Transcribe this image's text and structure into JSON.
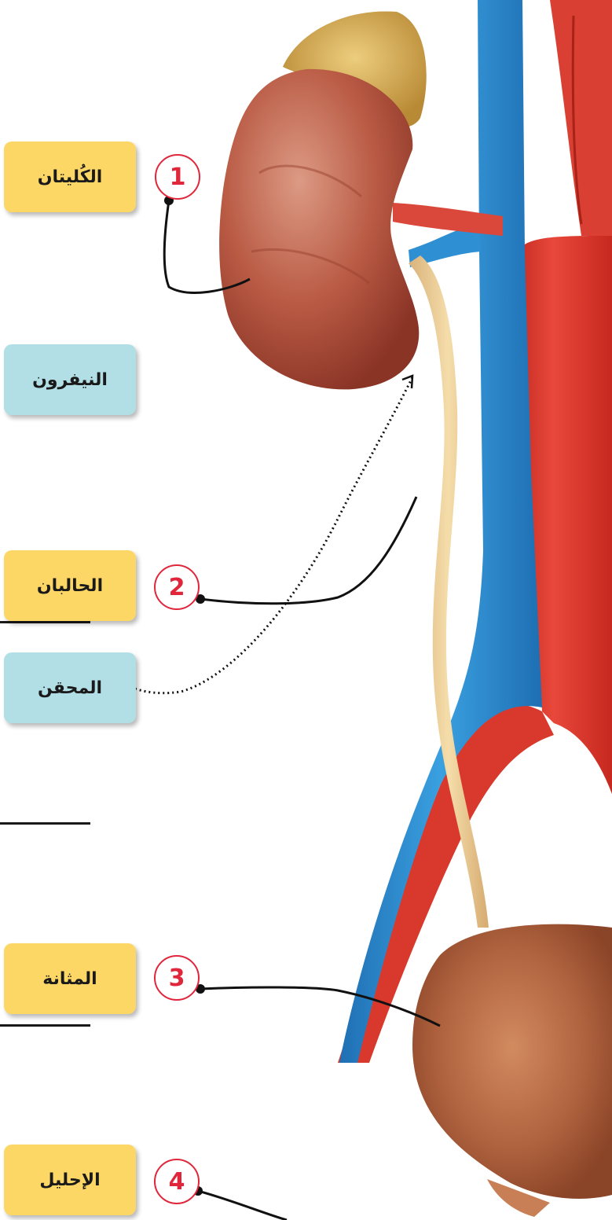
{
  "labels": {
    "kidneys": "الكُليتان",
    "nephron": "النيفرون",
    "injector": "المحقن",
    "ureters": "الحالبان",
    "bladder": "المثانة",
    "urethra": "الإحليل"
  },
  "numbers": {
    "n1": "1",
    "n2": "2",
    "n3": "3",
    "n4": "4"
  },
  "colors": {
    "yellow_label": "#fdd766",
    "blue_label": "#b2dfe6",
    "number_red": "#e0263b",
    "aorta_red": "#e0372c",
    "vein_blue": "#2f8fd3",
    "kidney": "#b5543f",
    "adrenal": "#d9a84a",
    "ureter": "#eccb92",
    "bladder": "#b66a45"
  }
}
